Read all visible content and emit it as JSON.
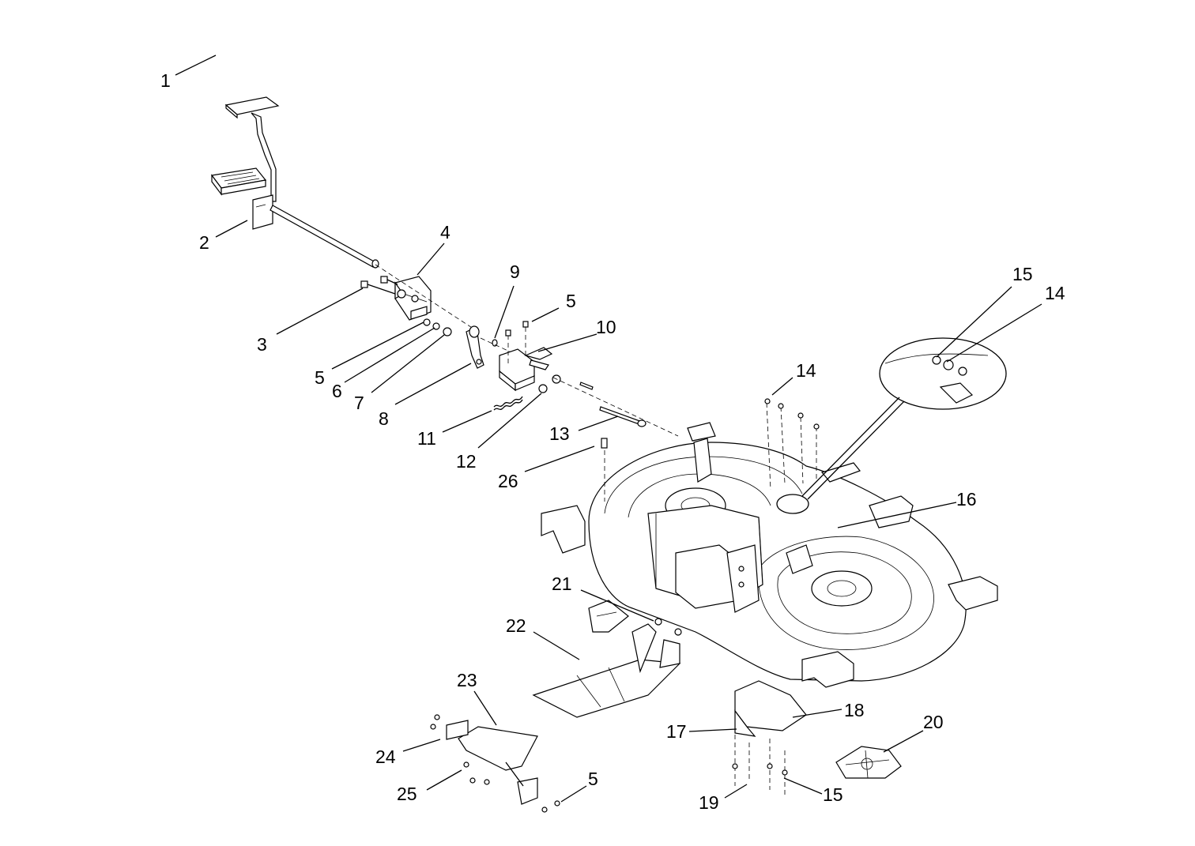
{
  "callouts": [
    {
      "id": "c1",
      "text": "1"
    },
    {
      "id": "c2",
      "text": "2"
    },
    {
      "id": "c3",
      "text": "3"
    },
    {
      "id": "c4",
      "text": "4"
    },
    {
      "id": "c5a",
      "text": "5"
    },
    {
      "id": "c5b",
      "text": "5"
    },
    {
      "id": "c5c",
      "text": "5"
    },
    {
      "id": "c6",
      "text": "6"
    },
    {
      "id": "c7",
      "text": "7"
    },
    {
      "id": "c8",
      "text": "8"
    },
    {
      "id": "c9",
      "text": "9"
    },
    {
      "id": "c10",
      "text": "10"
    },
    {
      "id": "c11",
      "text": "11"
    },
    {
      "id": "c12",
      "text": "12"
    },
    {
      "id": "c13",
      "text": "13"
    },
    {
      "id": "c14a",
      "text": "14"
    },
    {
      "id": "c14b",
      "text": "14"
    },
    {
      "id": "c15a",
      "text": "15"
    },
    {
      "id": "c15b",
      "text": "15"
    },
    {
      "id": "c16",
      "text": "16"
    },
    {
      "id": "c17",
      "text": "17"
    },
    {
      "id": "c18",
      "text": "18"
    },
    {
      "id": "c19",
      "text": "19"
    },
    {
      "id": "c20",
      "text": "20"
    },
    {
      "id": "c21",
      "text": "21"
    },
    {
      "id": "c22",
      "text": "22"
    },
    {
      "id": "c23",
      "text": "23"
    },
    {
      "id": "c24",
      "text": "24"
    },
    {
      "id": "c25",
      "text": "25"
    },
    {
      "id": "c26",
      "text": "26"
    }
  ]
}
